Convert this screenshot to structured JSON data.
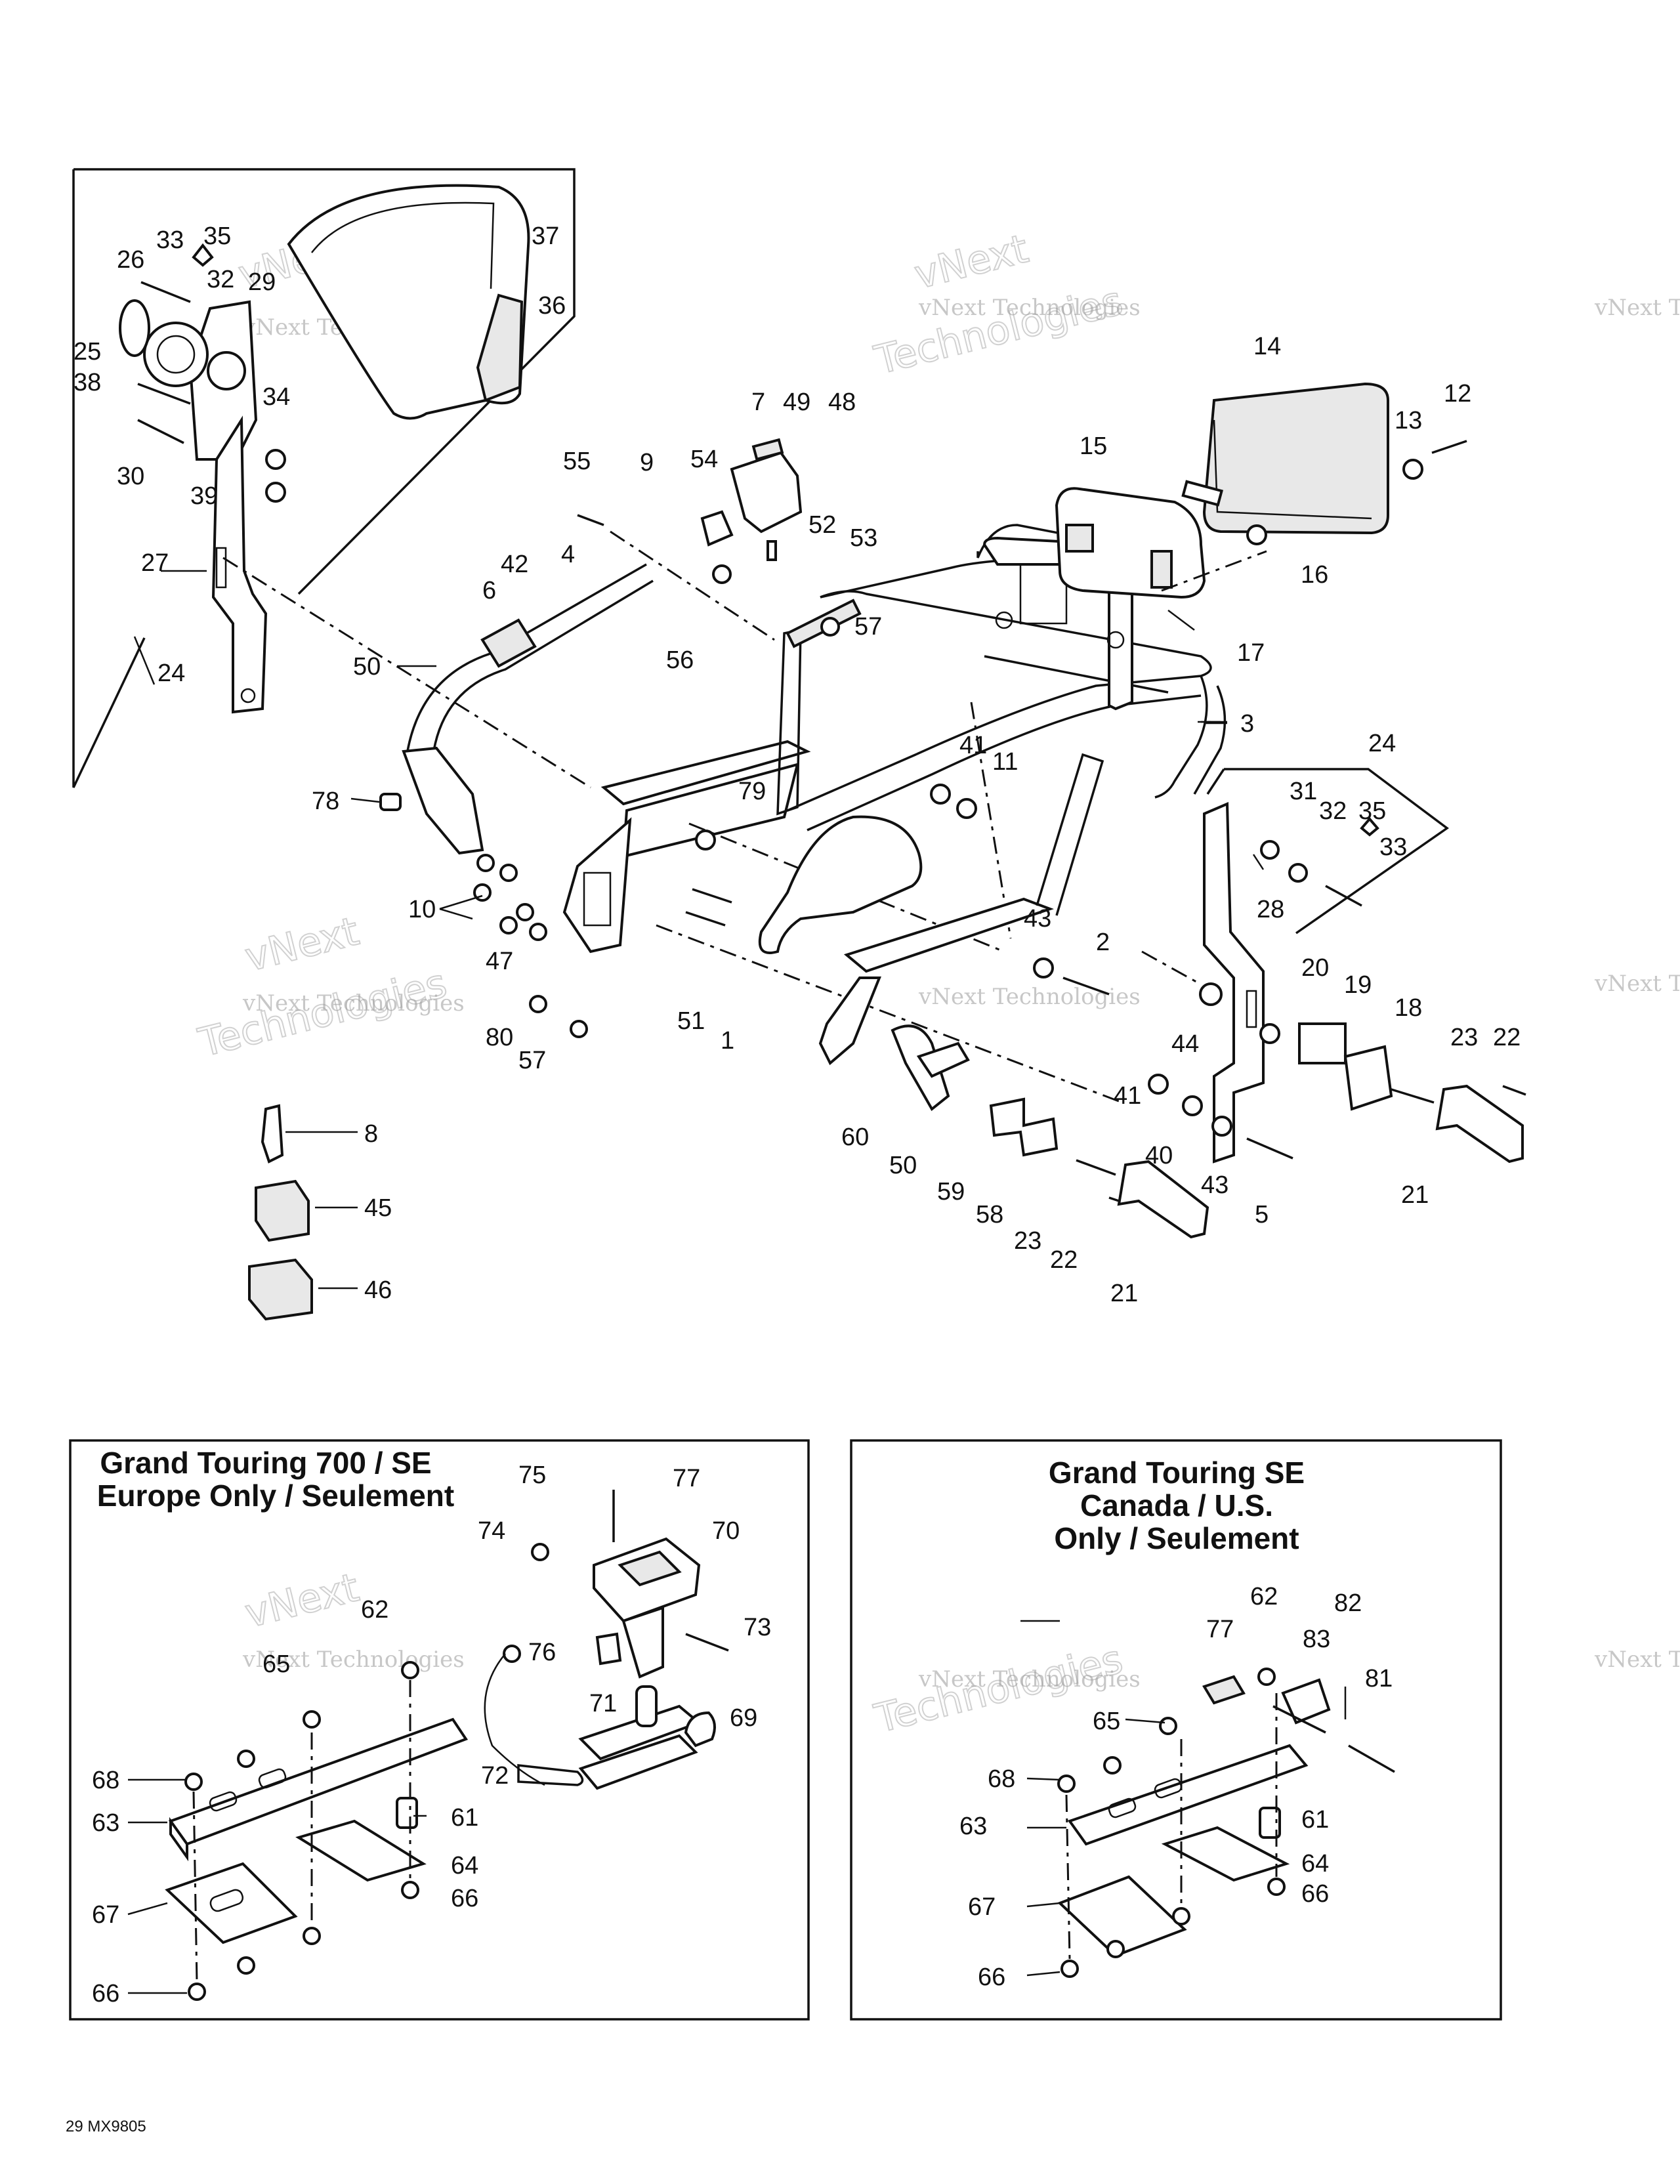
{
  "figure_id": "29 MX9805",
  "watermark": {
    "line1": "vNext",
    "line2": "vNext Technologies",
    "line3": "Technologies"
  },
  "inset_boxes": {
    "europe": {
      "title_line1": "Grand Touring 700 / SE",
      "title_line2": "Europe Only / Seulement"
    },
    "canada_us": {
      "title_line1": "Grand Touring SE",
      "title_line2": "Canada / U.S.",
      "title_line3": "Only / Seulement"
    }
  },
  "callouts": {
    "c33a": "33",
    "c35a": "35",
    "c26": "26",
    "c32a": "32",
    "c29": "29",
    "c37": "37",
    "c36": "36",
    "c25": "25",
    "c38": "38",
    "c34": "34",
    "c30": "30",
    "c39": "39",
    "c27": "27",
    "c24a": "24",
    "c7": "7",
    "c49": "49",
    "c48": "48",
    "c55": "55",
    "c9": "9",
    "c54": "54",
    "c52": "52",
    "c53": "53",
    "c42": "42",
    "c4": "4",
    "c6": "6",
    "c50a": "50",
    "c56": "56",
    "c57a": "57",
    "c14": "14",
    "c13": "13",
    "c12": "12",
    "c15": "15",
    "c16": "16",
    "c17": "17",
    "c3": "3",
    "c41a": "41",
    "c11": "11",
    "c79": "79",
    "c78": "78",
    "c10": "10",
    "c47": "47",
    "c24b": "24",
    "c31": "31",
    "c32b": "32",
    "c35b": "35",
    "c33b": "33",
    "c28": "28",
    "c43a": "43",
    "c2": "2",
    "c20": "20",
    "c19": "19",
    "c18": "18",
    "c23a": "23",
    "c22a": "22",
    "c51": "51",
    "c1": "1",
    "c80": "80",
    "c57b": "57",
    "c44": "44",
    "c60": "60",
    "c50b": "50",
    "c41b": "41",
    "c40": "40",
    "c43b": "43",
    "c5": "5",
    "c21a": "21",
    "c59": "59",
    "c58": "58",
    "c23b": "23",
    "c22b": "22",
    "c21b": "21",
    "c8": "8",
    "c45": "45",
    "c46": "46",
    "e75": "75",
    "e77": "77",
    "e74": "74",
    "e70": "70",
    "e73": "73",
    "e62": "62",
    "e65": "65",
    "e76": "76",
    "e71": "71",
    "e69": "69",
    "e68": "68",
    "e63": "63",
    "e72": "72",
    "e61": "61",
    "e64": "64",
    "e66a": "66",
    "e67": "67",
    "e66b": "66",
    "u62": "62",
    "u82": "82",
    "u77": "77",
    "u83": "83",
    "u81": "81",
    "u65": "65",
    "u68": "68",
    "u63": "63",
    "u61": "61",
    "u64": "64",
    "u67": "67",
    "u66a": "66",
    "u66b": "66"
  }
}
